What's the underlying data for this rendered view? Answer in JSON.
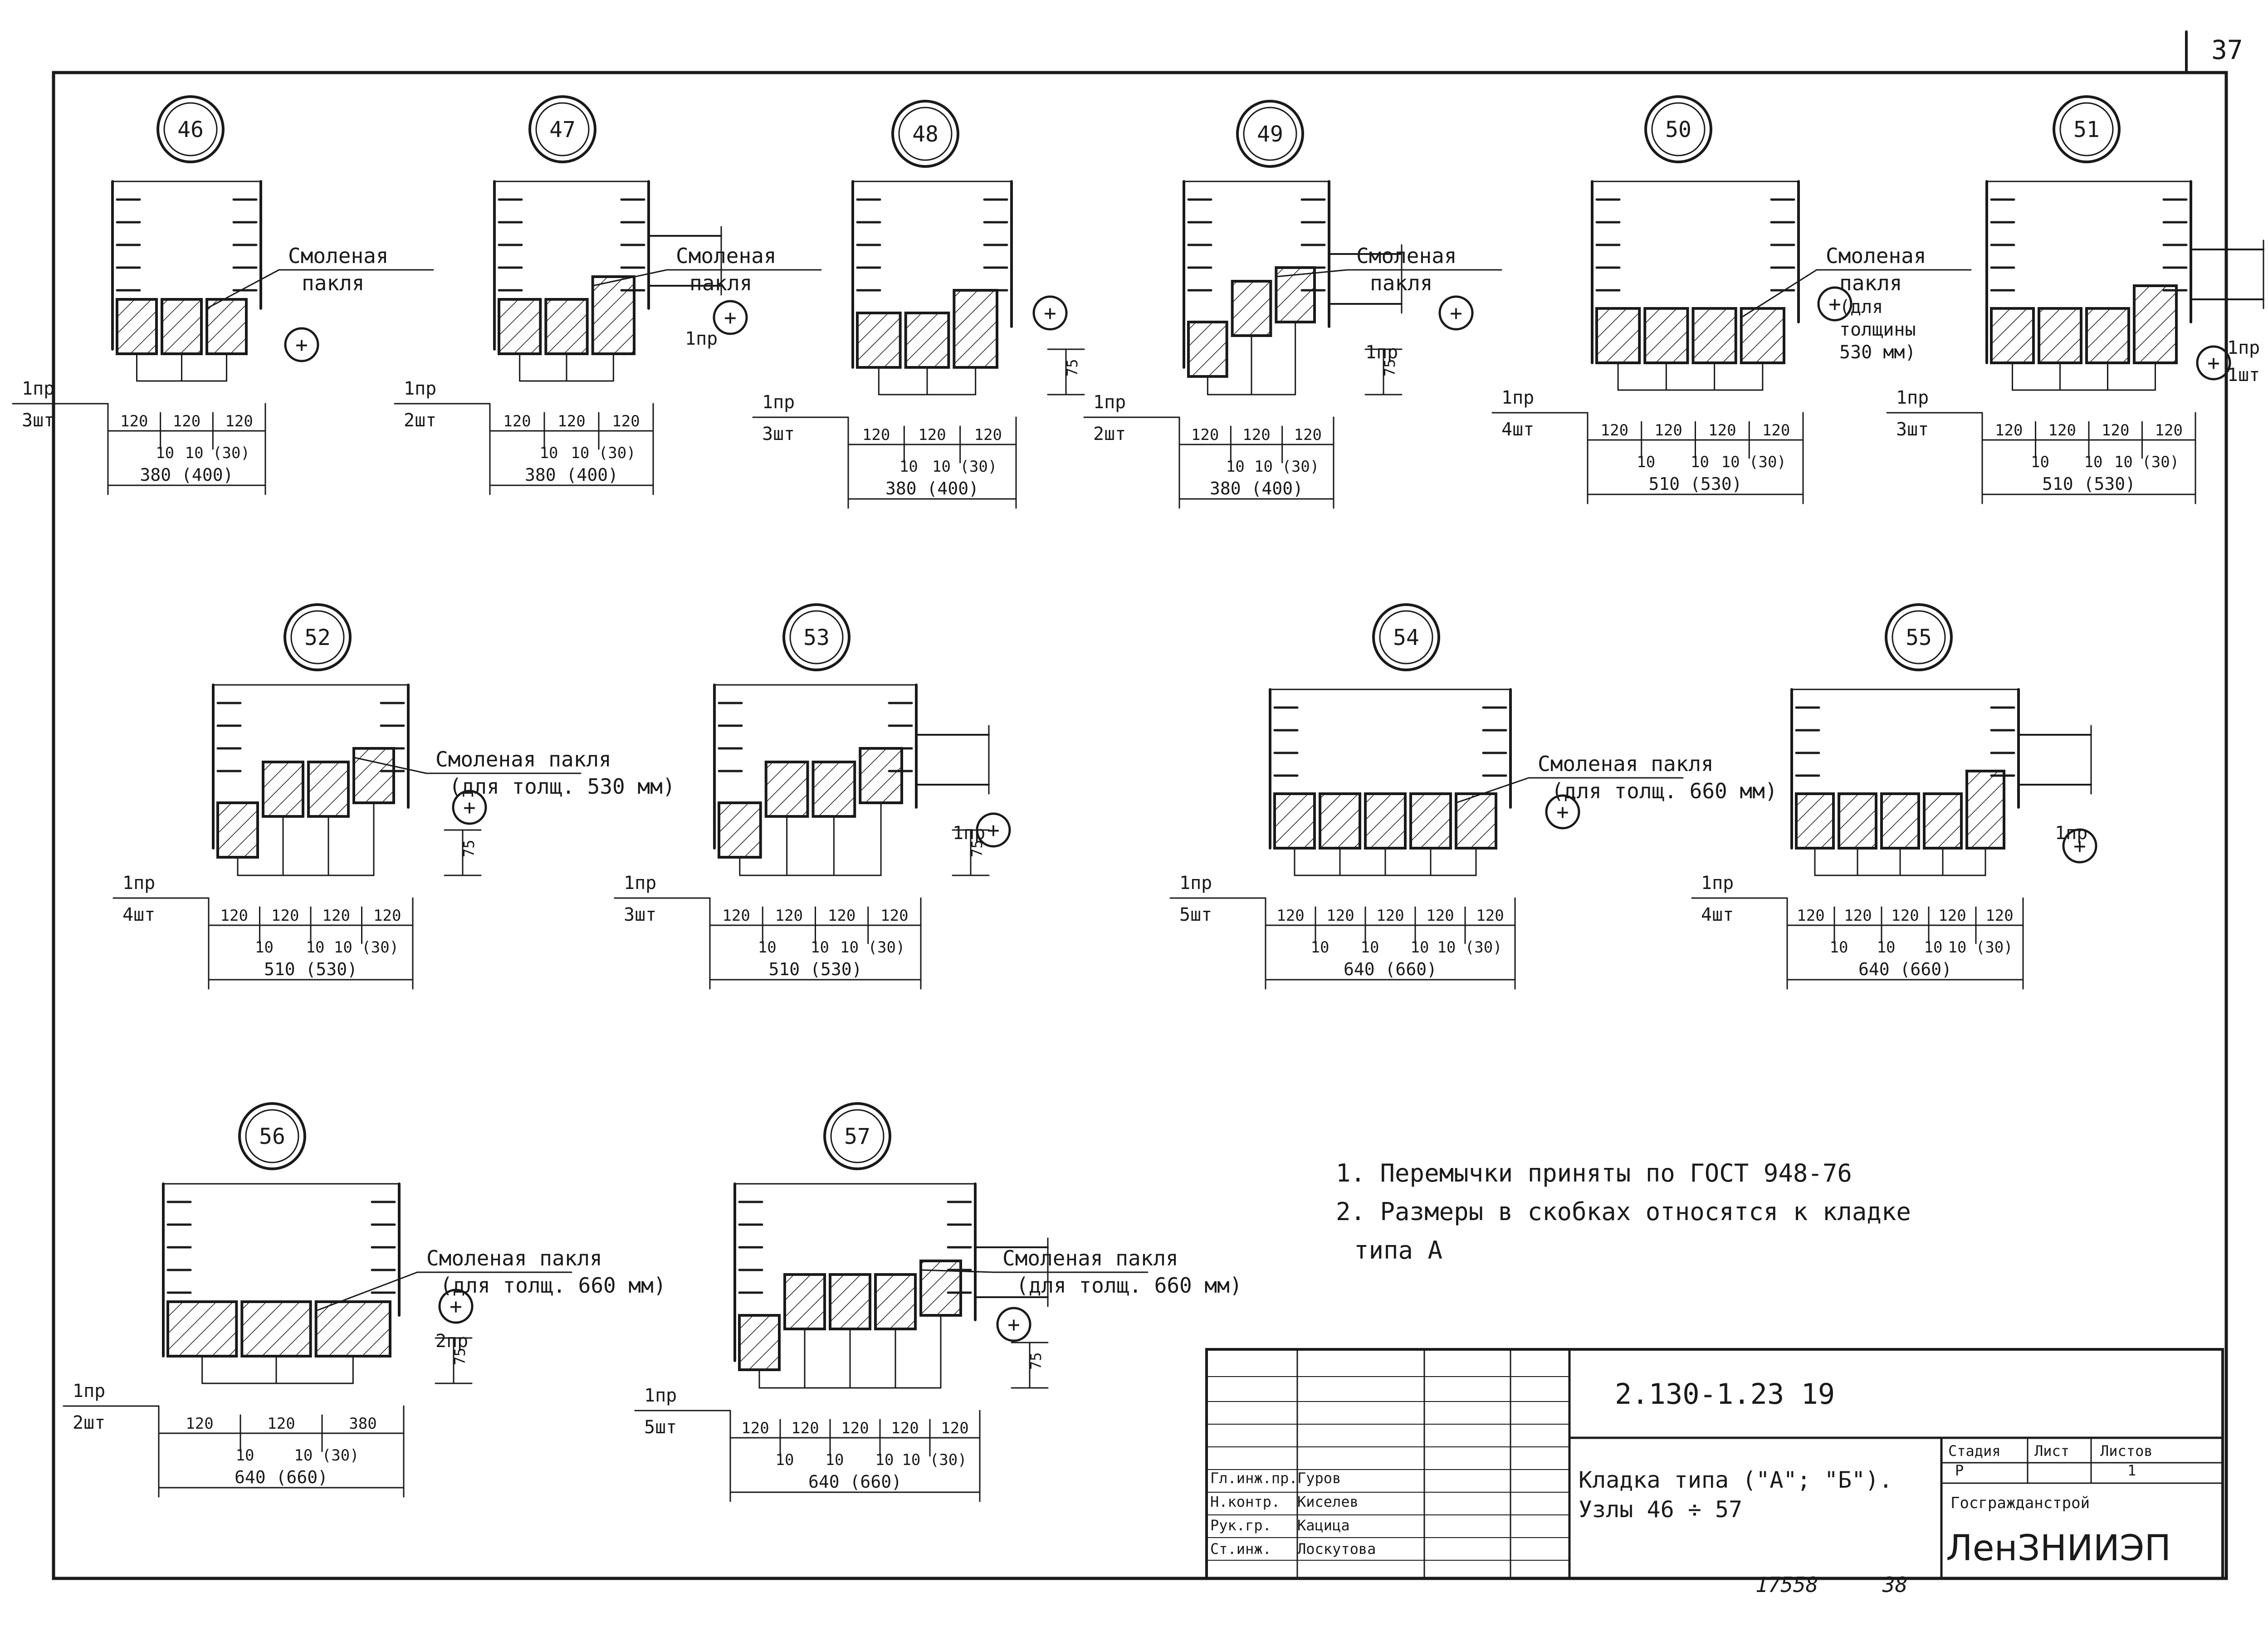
{
  "sheet": {
    "page_number": "37",
    "ink_color": "#1a1a1a",
    "paper_color": "#ffffff"
  },
  "symbols": {
    "plus": "+"
  },
  "nodes": [
    {
      "id": "46",
      "pieces": 3,
      "mark_1": "1пр",
      "mark_2": "3шт",
      "label": "Смоленая",
      "label2": "пакля",
      "dims": [
        "120",
        "120",
        "120"
      ],
      "sub": [
        "10",
        "10 (30)"
      ],
      "total": "380 (400)"
    },
    {
      "id": "47",
      "pieces": 3,
      "mark_1": "1пр",
      "mark_2": "2шт",
      "mark_right": "1пр",
      "label": "Смоленая",
      "label2": "пакля",
      "dims": [
        "120",
        "120",
        "120"
      ],
      "sub": [
        "10",
        "10 (30)"
      ],
      "total": "380 (400)"
    },
    {
      "id": "48",
      "pieces": 3,
      "mark_1": "1пр",
      "mark_2": "3шт",
      "gap": "75",
      "dims": [
        "120",
        "120",
        "120"
      ],
      "sub": [
        "10",
        "10 (30)"
      ],
      "total": "380 (400)"
    },
    {
      "id": "49",
      "pieces": 3,
      "mark_1": "1пр",
      "mark_2": "2шт",
      "mark_right": "1пр",
      "gap": "75",
      "label": "Смоленая",
      "label2": "пакля",
      "dims": [
        "120",
        "120",
        "120"
      ],
      "sub": [
        "10",
        "10 (30)"
      ],
      "total": "380 (400)"
    },
    {
      "id": "50",
      "pieces": 4,
      "mark_1": "1пр",
      "mark_2": "4шт",
      "label": "Смоленая",
      "label2": "пакля",
      "label3": "(для",
      "label4": "толщины",
      "label5": "530 мм)",
      "dims": [
        "120",
        "120",
        "120",
        "120"
      ],
      "sub": [
        "10",
        "10",
        "10 (30)"
      ],
      "total": "510 (530)"
    },
    {
      "id": "51",
      "pieces": 4,
      "mark_1": "1пр",
      "mark_2": "3шт",
      "mark_right": "1пр",
      "mark_right_2": "1шт",
      "dims": [
        "120",
        "120",
        "120",
        "120"
      ],
      "sub": [
        "10",
        "10",
        "10 (30)"
      ],
      "total": "510 (530)"
    },
    {
      "id": "52",
      "pieces": 4,
      "mark_1": "1пр",
      "mark_2": "4шт",
      "gap": "75",
      "label": "Смоленая пакля",
      "label2": "(для толщ. 530 мм)",
      "dims": [
        "120",
        "120",
        "120",
        "120"
      ],
      "sub": [
        "10",
        "10",
        "10 (30)"
      ],
      "total": "510 (530)"
    },
    {
      "id": "53",
      "pieces": 4,
      "mark_1": "1пр",
      "mark_2": "3шт",
      "mark_right": "1пр",
      "gap": "75",
      "dims": [
        "120",
        "120",
        "120",
        "120"
      ],
      "sub": [
        "10",
        "10",
        "10 (30)"
      ],
      "total": "510 (530)"
    },
    {
      "id": "54",
      "pieces": 5,
      "mark_1": "1пр",
      "mark_2": "5шт",
      "label": "Смоленая пакля",
      "label2": "(для толщ. 660 мм)",
      "dims": [
        "120",
        "120",
        "120",
        "120",
        "120"
      ],
      "sub": [
        "10",
        "10",
        "10",
        "10 (30)"
      ],
      "total": "640 (660)"
    },
    {
      "id": "55",
      "pieces": 5,
      "mark_1": "1пр",
      "mark_2": "4шт",
      "mark_right": "1пр",
      "dims": [
        "120",
        "120",
        "120",
        "120",
        "120"
      ],
      "sub": [
        "10",
        "10",
        "10",
        "10 (30)"
      ],
      "total": "640 (660)"
    },
    {
      "id": "56",
      "pieces": 3,
      "mark_1": "1пр",
      "mark_2": "2шт",
      "mark_right": "2пр",
      "gap": "75",
      "label": "Смоленая пакля",
      "label2": "(для толщ. 660 мм)",
      "dims": [
        "120",
        "120",
        "380"
      ],
      "sub": [
        "10",
        "10 (30)"
      ],
      "total": "640 (660)"
    },
    {
      "id": "57",
      "pieces": 5,
      "mark_1": "1пр",
      "mark_2": "5шт",
      "gap": "75",
      "label": "Смоленая пакля",
      "label2": "(для толщ. 660 мм)",
      "dims": [
        "120",
        "120",
        "120",
        "120",
        "120"
      ],
      "sub": [
        "10",
        "10",
        "10",
        "10 (30)"
      ],
      "total": "640 (660)"
    }
  ],
  "notes": {
    "line_1": "1. Перемычки приняты по ГОСТ 948-76",
    "line_2": "2. Размеры в скобках относятся к кладке",
    "line_3": "типа А"
  },
  "title_block": {
    "doc_code": "2.130-1.23  19",
    "title_1": "Кладка типа (\"А\"; \"Б\").",
    "title_2": "Узлы  46 ÷ 57",
    "stage_label": "Стадия",
    "sheet_label": "Лист",
    "sheets_label": "Листов",
    "stage_value": "Р",
    "sheets_value": "1",
    "org_1": "Госгражданстрой",
    "org_2": "ЛенЗНИИЭП",
    "roles": [
      {
        "role": "Гл.инж.пр.",
        "name": "Гуров"
      },
      {
        "role": "Н.контр.",
        "name": "Киселев"
      },
      {
        "role": "Рук.гр.",
        "name": "Кацица"
      },
      {
        "role": "Ст.инж.",
        "name": "Лоскутова"
      }
    ]
  },
  "footer": {
    "inventory": "17558",
    "page": "38"
  }
}
